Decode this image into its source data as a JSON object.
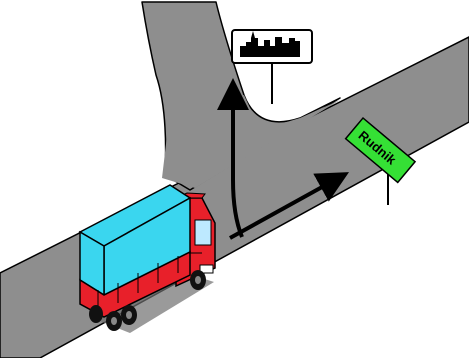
{
  "scene": {
    "colors": {
      "background": "#ffffff",
      "road": "#8e8e8e",
      "road_outline": "#000000",
      "arrow": "#000000",
      "truck_cargo": "#3ad6ef",
      "truck_cab": "#e8202a",
      "wheel": "#111111",
      "town_sign": "#ffffff",
      "direction_sign": "#35e035"
    },
    "signs": {
      "town_sign_icon": "town-skyline-icon",
      "direction_sign_label": "Rudnik"
    },
    "arrows": [
      {
        "name": "arrow-straight-ahead",
        "direction": "up"
      },
      {
        "name": "arrow-turn-right",
        "direction": "right"
      }
    ],
    "vehicle": {
      "type": "truck",
      "icon": "truck-icon"
    }
  }
}
